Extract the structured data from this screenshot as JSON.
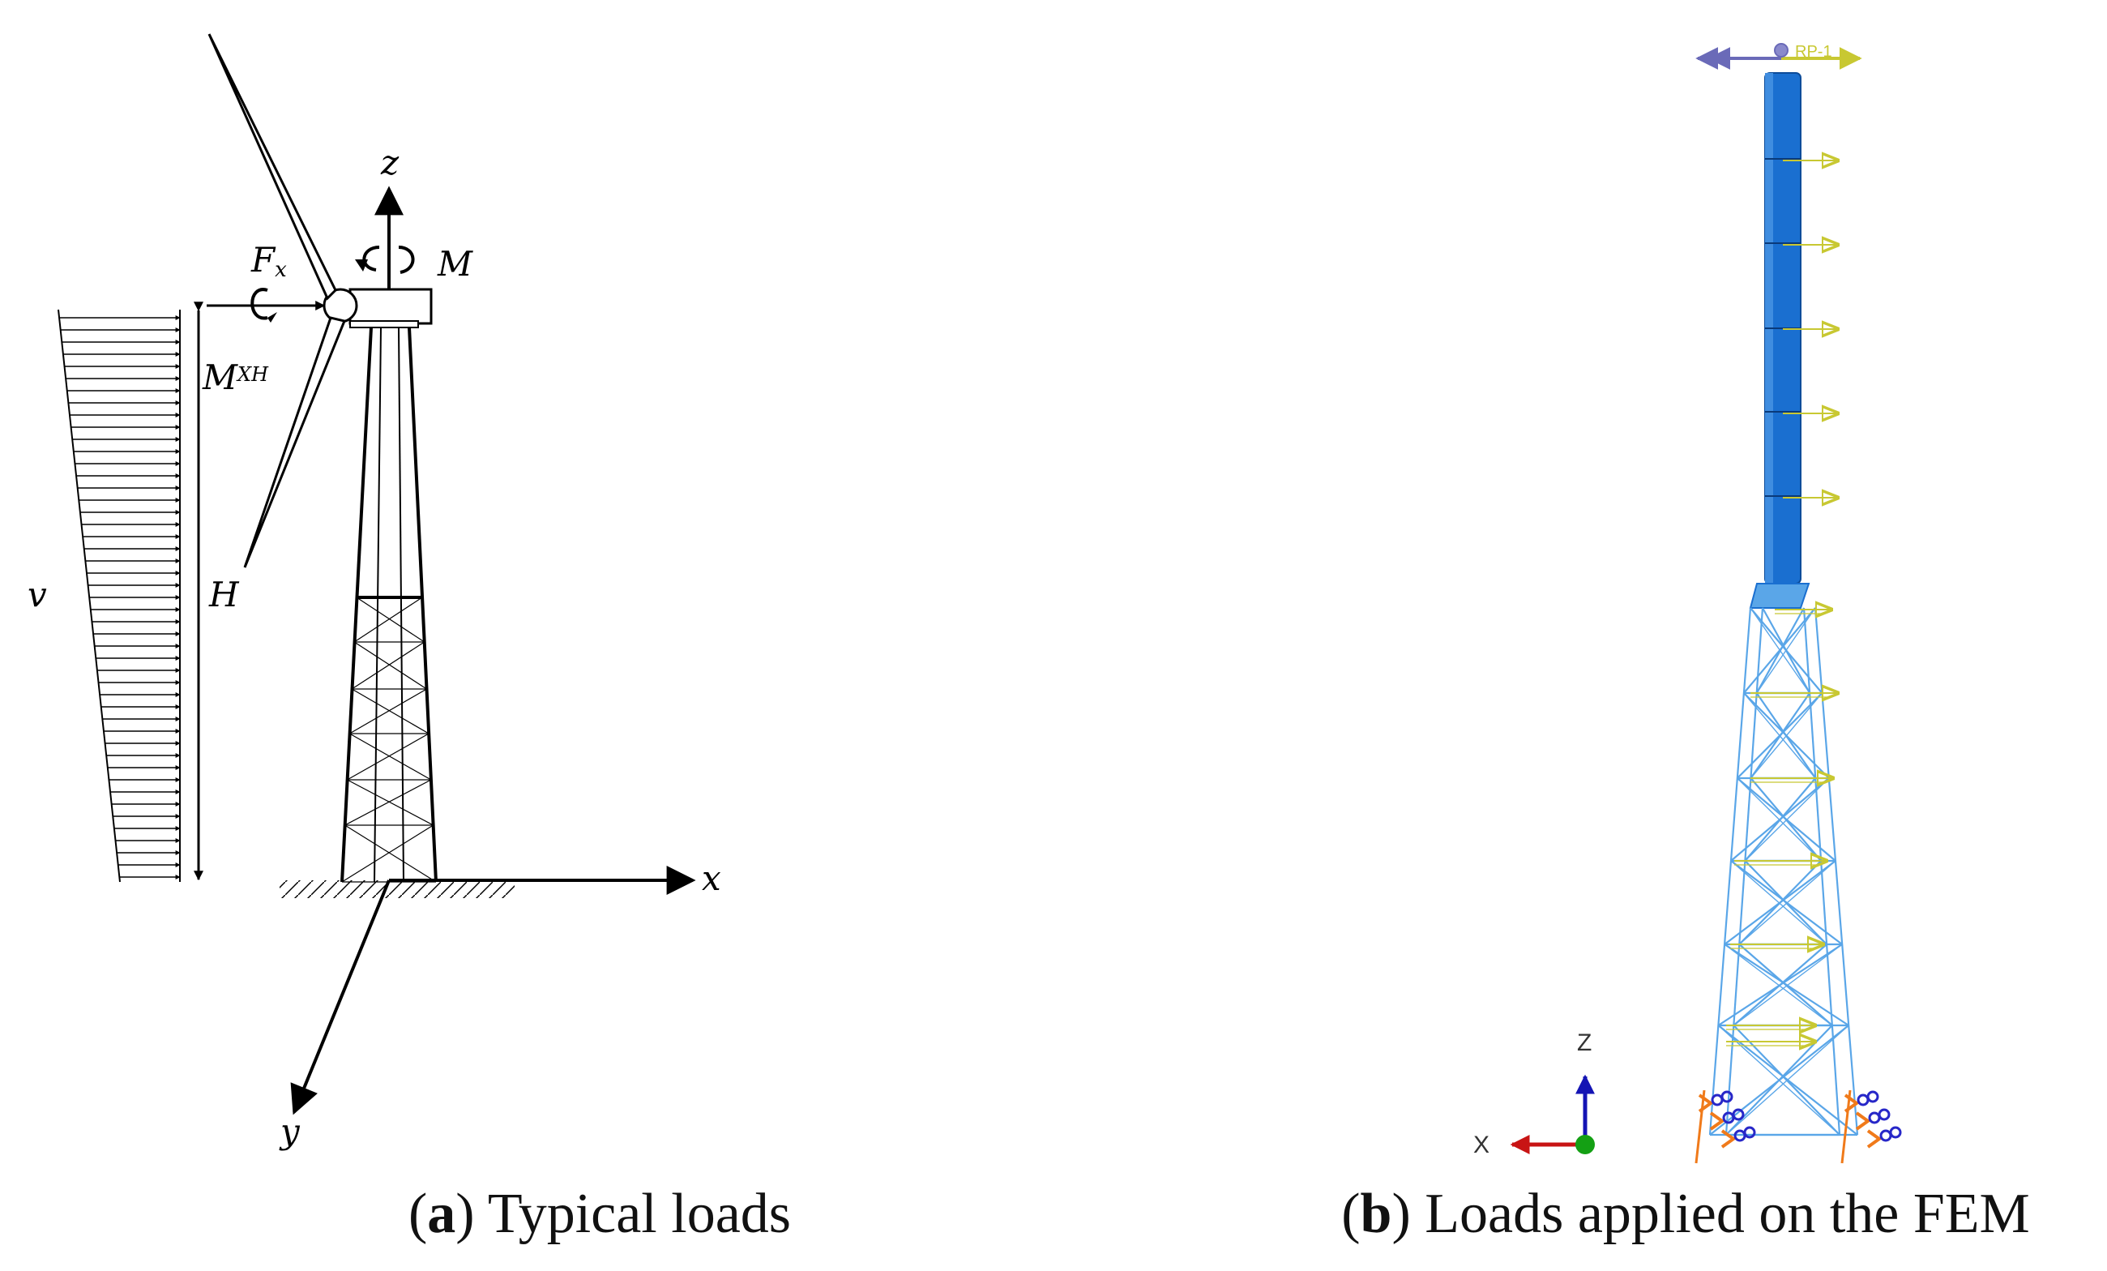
{
  "panel_a": {
    "labels": {
      "z": "z",
      "x": "x",
      "y": "y",
      "M": "M",
      "Fx_main": "F",
      "Fx_sub": "x",
      "Mxh_main": "M",
      "Mxh_sup": "XH",
      "H": "H",
      "v": "v"
    },
    "caption": {
      "open": "(",
      "letter": "a",
      "rest": ") Typical loads"
    }
  },
  "panel_b": {
    "reference_point": "RP-1",
    "triad": {
      "z": "Z",
      "x": "X"
    },
    "caption": {
      "open": "(",
      "letter": "b",
      "rest": ") Loads applied on the FEM"
    }
  },
  "colors": {
    "line": "#000000",
    "tower_blue": "#1a6fd0",
    "lattice_blue": "#5aa6e8",
    "load_arrow": "#c8c832",
    "boundary_orange": "#f07a1a",
    "boundary_blue": "#2727c8",
    "triad_z": "#1414b4",
    "triad_x": "#c81414",
    "triad_y": "#14a014"
  }
}
